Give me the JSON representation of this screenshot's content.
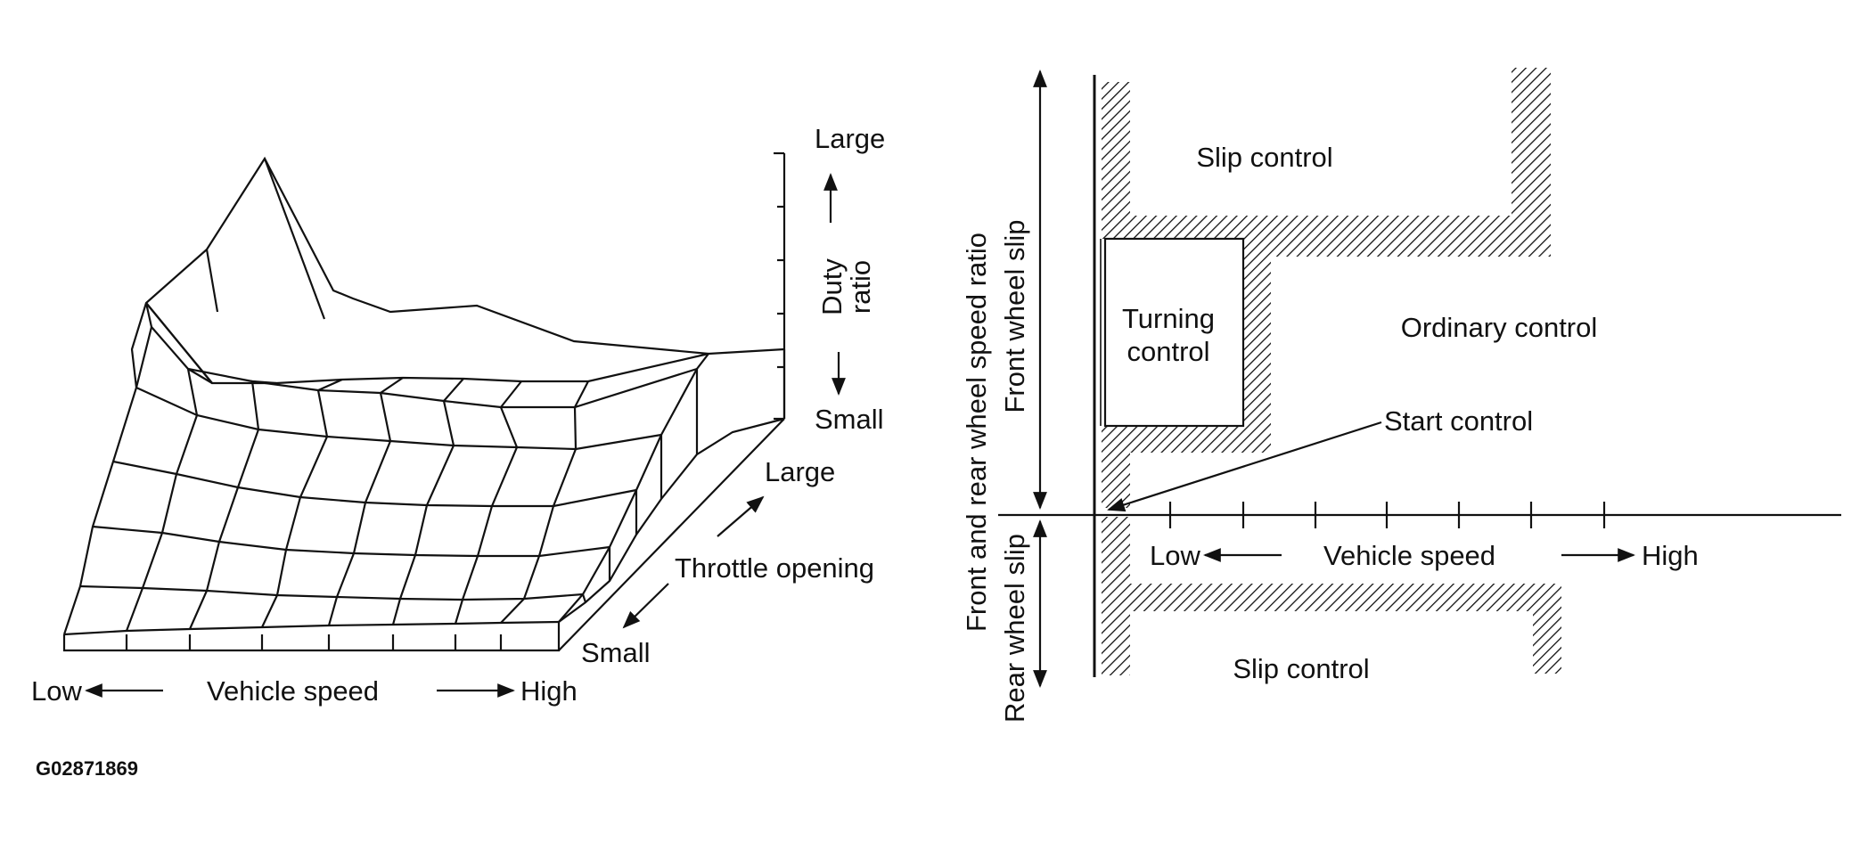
{
  "figure_code": "G02871869",
  "left_diagram": {
    "duty_axis": {
      "top": "Large",
      "label_line1": "Duty",
      "label_line2": "ratio",
      "bottom": "Small"
    },
    "throttle_axis": {
      "top": "Large",
      "label": "Throttle opening",
      "bottom": "Small"
    },
    "speed_axis": {
      "low": "Low",
      "label": "Vehicle speed",
      "high": "High"
    }
  },
  "right_diagram": {
    "y_axis_label_outer": "Front and rear wheel speed ratio",
    "y_axis_label_upper": "Front wheel slip",
    "y_axis_label_lower": "Rear wheel slip",
    "regions": {
      "slip_control_top": "Slip control",
      "turning_control_line1": "Turning",
      "turning_control_line2": "control",
      "ordinary_control": "Ordinary control",
      "start_control": "Start control",
      "slip_control_bottom": "Slip control"
    },
    "speed_axis": {
      "low": "Low",
      "label": "Vehicle speed",
      "high": "High"
    }
  },
  "colors": {
    "ink": "#111111",
    "background": "#ffffff"
  }
}
